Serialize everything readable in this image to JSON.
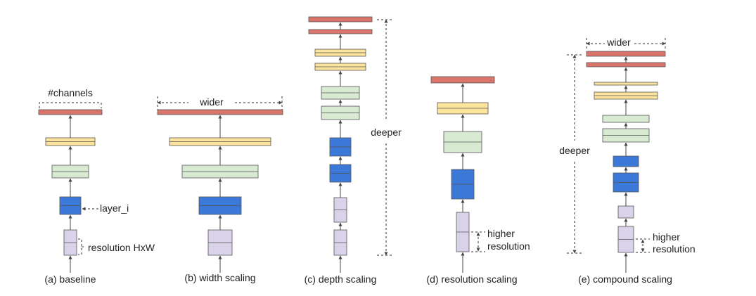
{
  "colors": {
    "red": "#d9756a",
    "yellow": "#fde49c",
    "green": "#d9ead3",
    "blue": "#3c78d8",
    "lavender": "#d9d2e9",
    "stroke": "#555555",
    "line": "#444444"
  },
  "captions": {
    "a": "(a) baseline",
    "b": "(b) width scaling",
    "c": "(c) depth scaling",
    "d": "(d) resolution scaling",
    "e": "(e) compound scaling"
  },
  "annotations": {
    "channels": "#channels",
    "layer": "layer_i",
    "resolution": "resolution HxW",
    "wider_b": "wider",
    "deeper_c": "deeper",
    "higher_d": "higher",
    "res_d": "resolution",
    "wider_e": "wider",
    "deeper_e": "deeper",
    "higher_e": "higher",
    "res_e": "resolution"
  }
}
